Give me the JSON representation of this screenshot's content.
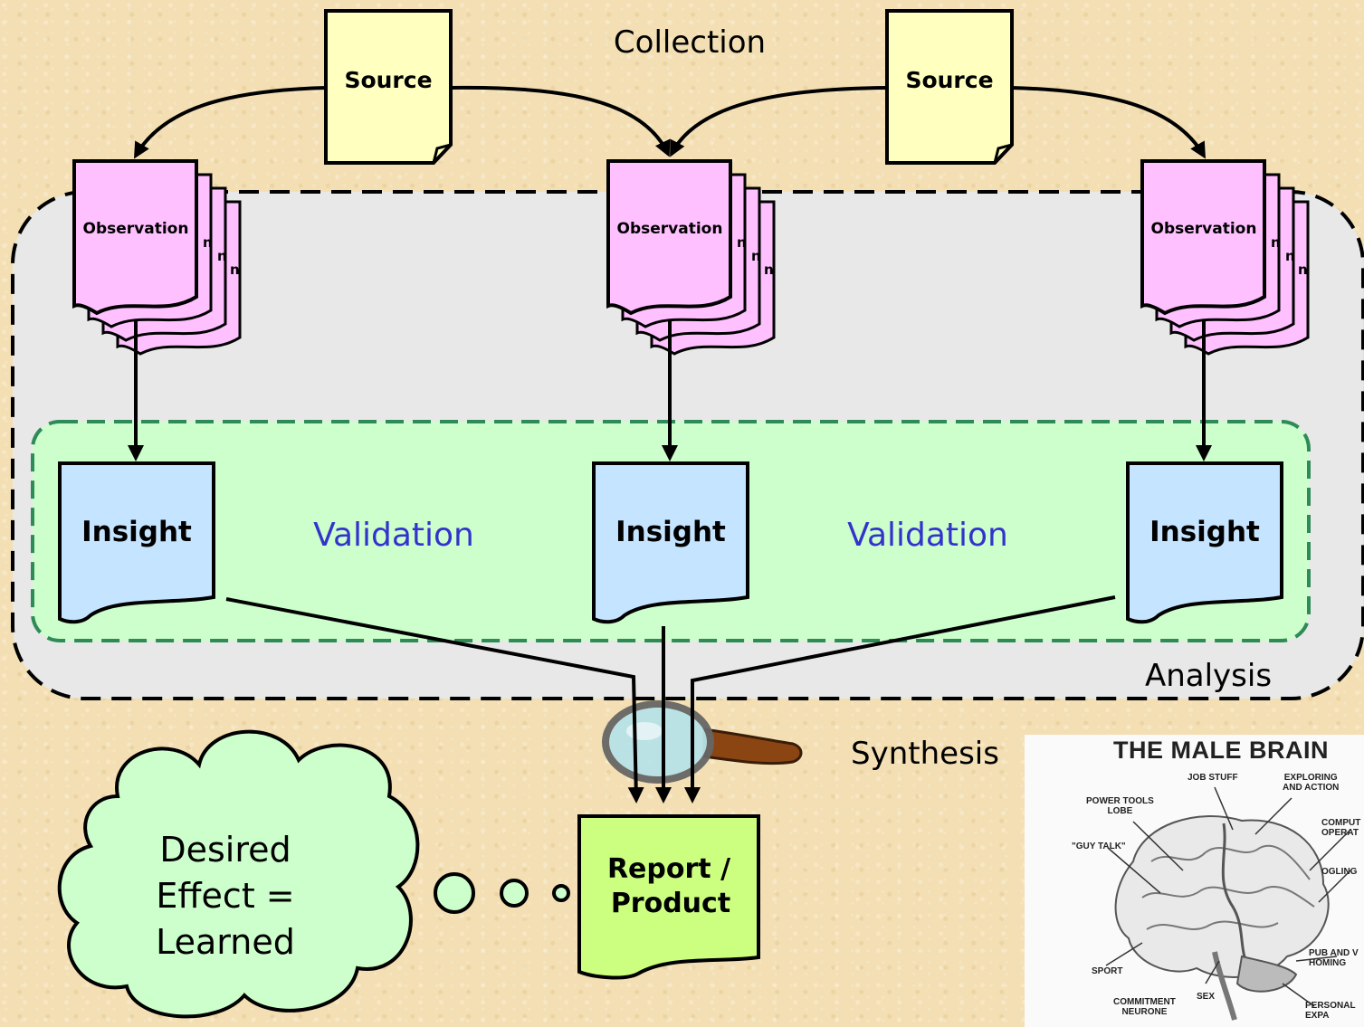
{
  "stages": {
    "collection": "Collection",
    "analysis": "Analysis",
    "synthesis": "Synthesis",
    "validation_left": "Validation",
    "validation_right": "Validation"
  },
  "sources": [
    "Source",
    "Source"
  ],
  "observations": [
    "Observation",
    "Observation",
    "Observation"
  ],
  "insights": [
    "Insight",
    "Insight",
    "Insight"
  ],
  "report": {
    "line1": "Report /",
    "line2": "Product"
  },
  "thought": {
    "line1": "Desired",
    "line2": "Effect =",
    "line3": "Learned"
  },
  "brain": {
    "title": "THE MALE BRAIN",
    "labels": [
      "JOB STUFF",
      "EXPLORING\nAND ACTION",
      "POWER TOOLS\nLOBE",
      "COMPUT\nOPERAT",
      "\"GUY TALK\"",
      "OGLING",
      "PUB AND V\nHOMING",
      "SPORT",
      "SEX",
      "COMMITMENT\nNEURONE",
      "PERSONAL\nEXPA"
    ]
  },
  "colors": {
    "background": "#f3dfb3",
    "source_fill": "#ffffc0",
    "observation_fill": "#ffc0ff",
    "insight_fill": "#c4e4ff",
    "report_fill": "#ccff80",
    "validation_fill": "#ccffcc",
    "validation_border": "#2e8b57",
    "analysis_fill": "#e8e8e8",
    "validation_text": "#3333cc",
    "thought_fill": "#ccffcc"
  }
}
